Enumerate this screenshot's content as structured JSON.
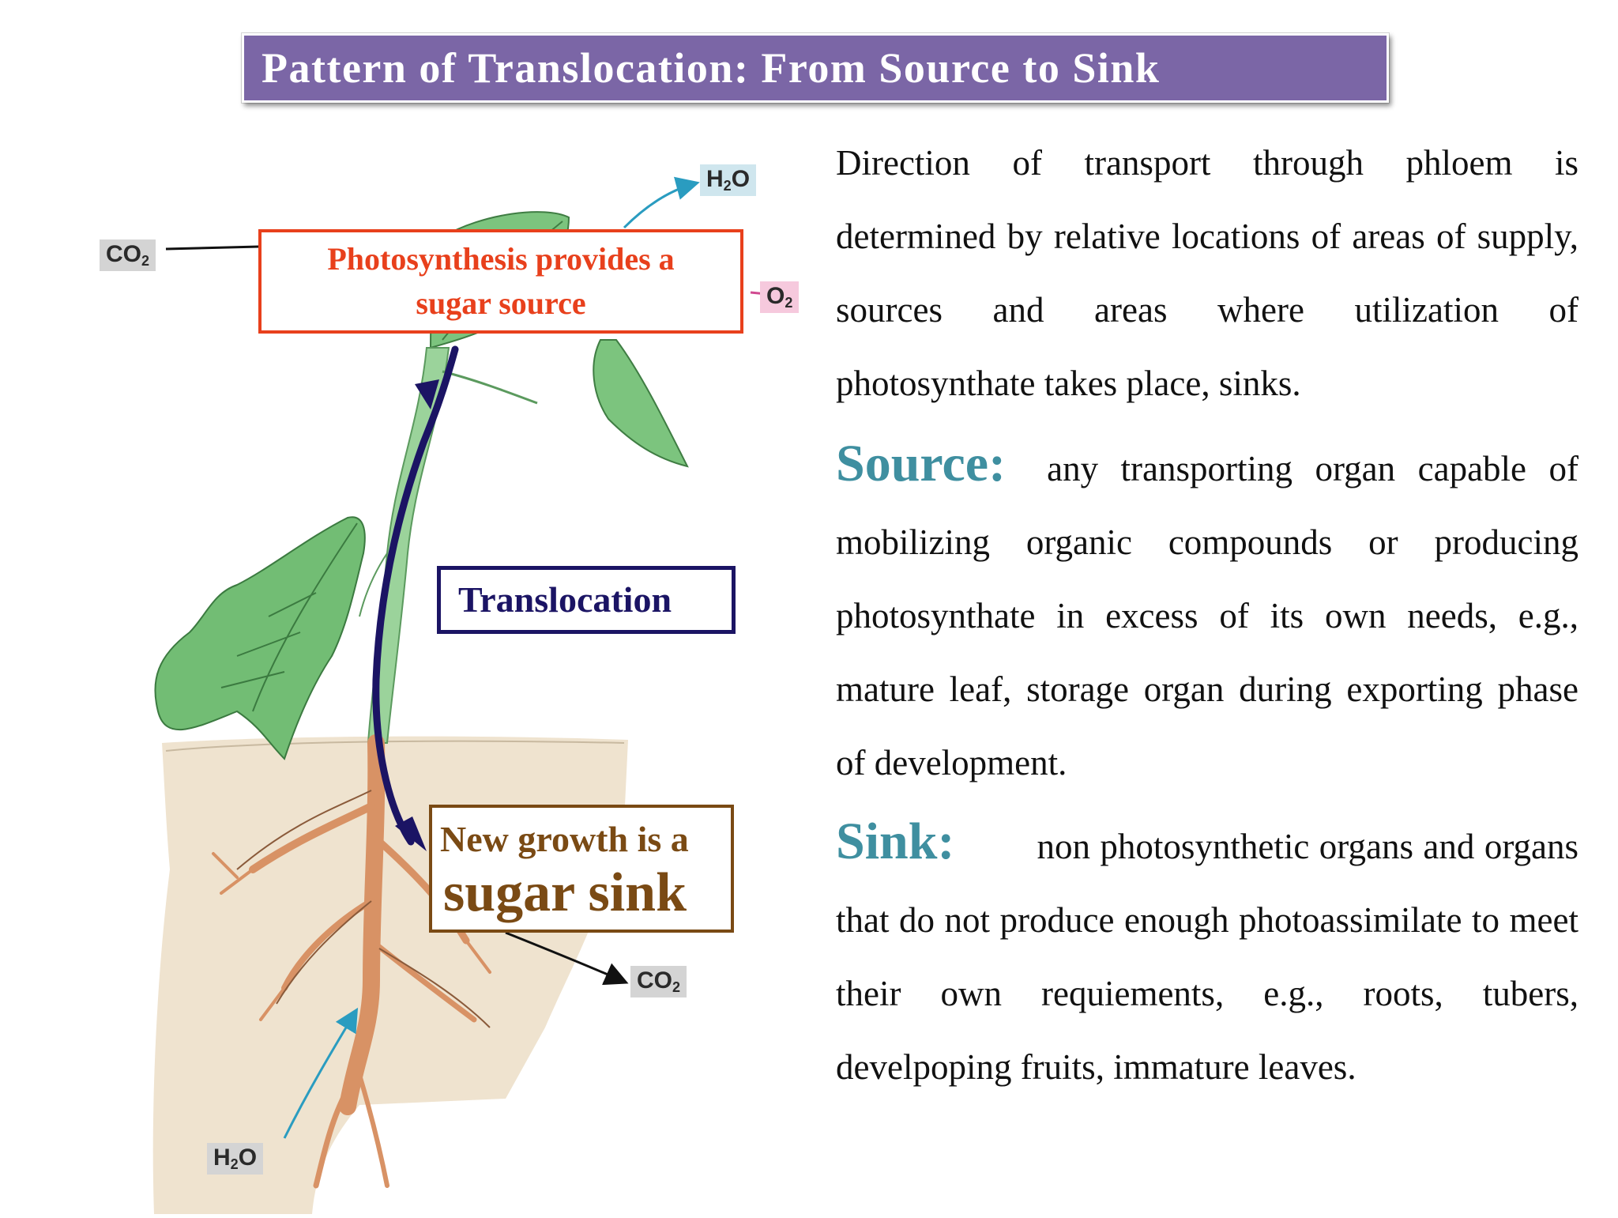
{
  "title": "Pattern of Translocation: From Source to Sink",
  "diagram": {
    "labels": {
      "co2_top": "CO",
      "co2_top_sub": "2",
      "h2o_top": "H",
      "h2o_top_sub": "2",
      "h2o_top_end": "O",
      "o2": "O",
      "o2_sub": "2",
      "co2_root": "CO",
      "co2_root_sub": "2",
      "h2o_root": "H",
      "h2o_root_sub": "2",
      "h2o_root_end": "O"
    },
    "callouts": {
      "source_line1": "Photosynthesis provides a",
      "source_line2": "sugar source",
      "translocation": "Translocation",
      "sink_line1": "New growth is a",
      "sink_line2": "sugar sink"
    },
    "colors": {
      "title_bg": "#7b66a6",
      "source_border": "#e8401c",
      "translocation_border": "#1b1464",
      "sink_border": "#7a4a14",
      "term_color": "#3f8fa0",
      "leaf": "#6fbf73",
      "root": "#e8a87c",
      "soil": "#efe3cf"
    }
  },
  "text": {
    "intro": "Direction of transport through phloem is determined by relative locations of areas of supply, sources and areas where utilization of photosynthate takes place,  sinks.",
    "source_term": "Source:",
    "source_def": "any transporting organ capable of mobilizing organic compounds or producing photosynthate in excess of its own needs, e.g., mature leaf, storage organ during exporting phase of development.",
    "sink_term": "Sink:",
    "sink_def": "non photosynthetic organs and organs that do not produce enough photoassimilate to meet their own requiements, e.g., roots, tubers, develpoping fruits, immature leaves."
  }
}
